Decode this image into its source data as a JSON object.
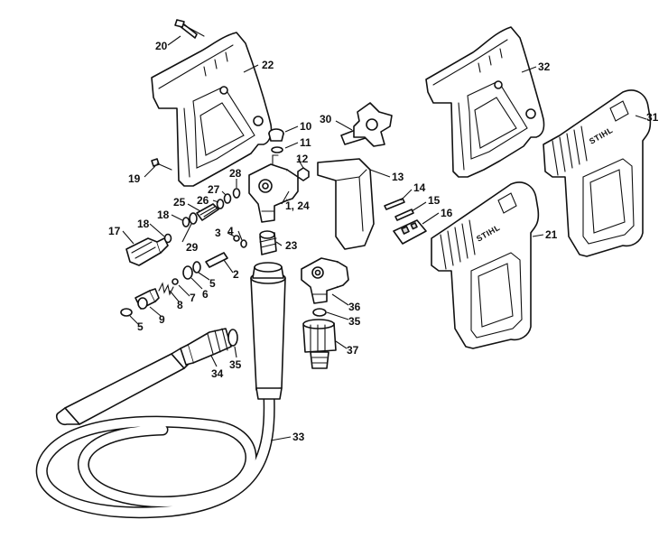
{
  "diagram": {
    "brand_text": "STIHL",
    "callouts": [
      {
        "id": "c20",
        "label": "20"
      },
      {
        "id": "c22",
        "label": "22"
      },
      {
        "id": "c19",
        "label": "19"
      },
      {
        "id": "c10",
        "label": "10"
      },
      {
        "id": "c11",
        "label": "11"
      },
      {
        "id": "c12",
        "label": "12"
      },
      {
        "id": "c28",
        "label": "28"
      },
      {
        "id": "c27",
        "label": "27"
      },
      {
        "id": "c26",
        "label": "26"
      },
      {
        "id": "c25",
        "label": "25"
      },
      {
        "id": "c124",
        "label": "1, 24"
      },
      {
        "id": "c18a",
        "label": "18"
      },
      {
        "id": "c18b",
        "label": "18"
      },
      {
        "id": "c17",
        "label": "17"
      },
      {
        "id": "c29",
        "label": "29"
      },
      {
        "id": "c3",
        "label": "3"
      },
      {
        "id": "c4",
        "label": "4"
      },
      {
        "id": "c23",
        "label": "23"
      },
      {
        "id": "c2",
        "label": "2"
      },
      {
        "id": "c5a",
        "label": "5"
      },
      {
        "id": "c6",
        "label": "6"
      },
      {
        "id": "c7",
        "label": "7"
      },
      {
        "id": "c8",
        "label": "8"
      },
      {
        "id": "c9",
        "label": "9"
      },
      {
        "id": "c5b",
        "label": "5"
      },
      {
        "id": "c30",
        "label": "30"
      },
      {
        "id": "c13",
        "label": "13"
      },
      {
        "id": "c14",
        "label": "14"
      },
      {
        "id": "c15",
        "label": "15"
      },
      {
        "id": "c16",
        "label": "16"
      },
      {
        "id": "c36",
        "label": "36"
      },
      {
        "id": "c35a",
        "label": "35"
      },
      {
        "id": "c37",
        "label": "37"
      },
      {
        "id": "c34",
        "label": "34"
      },
      {
        "id": "c35b",
        "label": "35"
      },
      {
        "id": "c33",
        "label": "33"
      },
      {
        "id": "c32",
        "label": "32"
      },
      {
        "id": "c31",
        "label": "31"
      },
      {
        "id": "c21",
        "label": "21"
      }
    ]
  }
}
